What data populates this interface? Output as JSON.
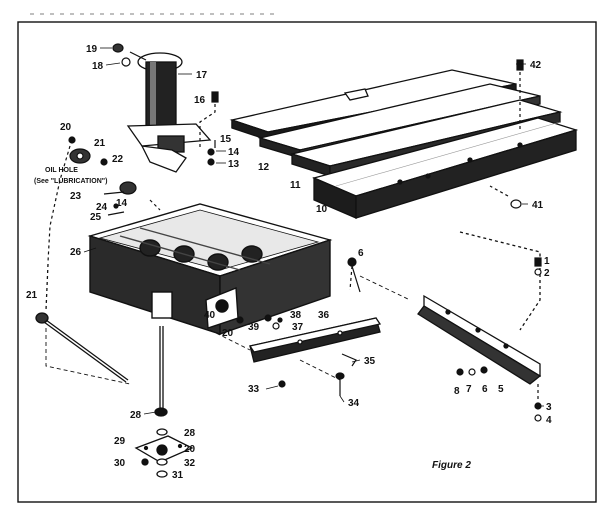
{
  "figure": {
    "caption": "Figure 2",
    "notes": {
      "line1": "OIL HOLE",
      "line2": "(See \"LUBRICATION\")"
    }
  },
  "parts": {
    "p2": "2",
    "p3": "3",
    "p4": "4",
    "p5": "5",
    "p6": "6",
    "p7": "7",
    "p8": "8",
    "p10": "10",
    "p11": "11",
    "p12": "12",
    "p13": "13",
    "p14a": "14",
    "p14b": "14",
    "p15": "15",
    "p16": "16",
    "p17": "17",
    "p18": "18",
    "p19": "19",
    "p20a": "20",
    "p20b": "20",
    "p20c": "20",
    "p21a": "21",
    "p21b": "21",
    "p22": "22",
    "p23": "23",
    "p24": "24",
    "p25": "25",
    "p26": "26",
    "p28a": "28",
    "p28b": "28",
    "p29": "29",
    "p30": "30",
    "p31": "31",
    "p32": "32",
    "p33": "33",
    "p34": "34",
    "p35": "35",
    "p36": "36",
    "p37": "37",
    "p38": "38",
    "p39": "39",
    "p40": "40",
    "p41": "41",
    "p42": "42",
    "p1": "1",
    "p6b": "6"
  }
}
